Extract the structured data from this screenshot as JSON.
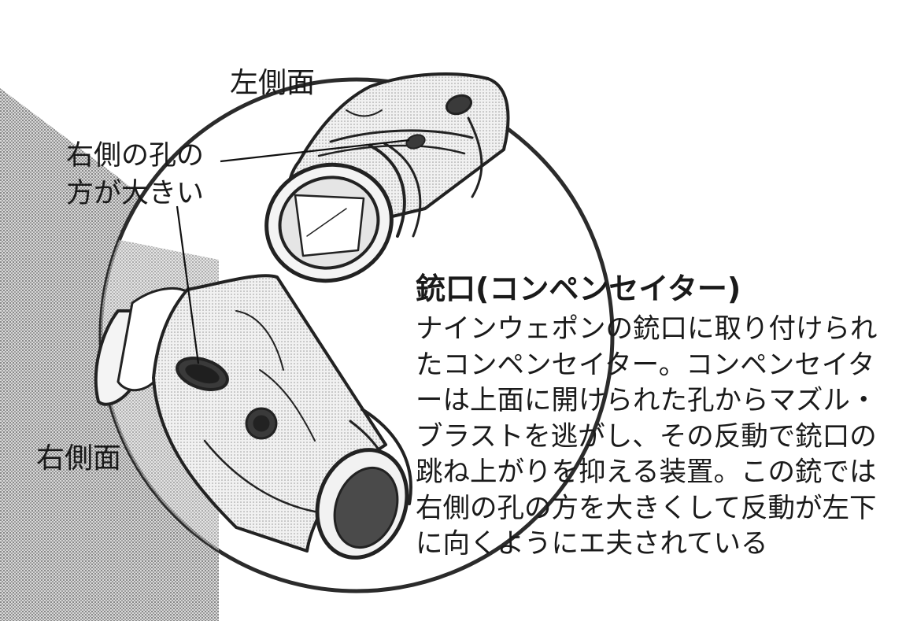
{
  "labels": {
    "left_side": "左側面",
    "right_side": "右側面",
    "callout_lines": [
      "右側の孔の",
      "方が大きい"
    ]
  },
  "caption": {
    "title": "銃口(コンペンセイター)",
    "body_lines": [
      "ナインウェポンの銃口に取り付けられ",
      "たコンペンセイター。コンペンセイタ",
      "ーは上面に開けられた孔からマズル・",
      "ブラストを逃がし、その反動で銃口の",
      "跳ね上がりを抑える装置。この銃では",
      "右側の孔の方を大きくして反動が左下",
      "に向くようにエ夫されている"
    ]
  },
  "colors": {
    "ink": "#1a1a1a",
    "screen_tone": "#a8a8a8",
    "background": "#ffffff"
  }
}
